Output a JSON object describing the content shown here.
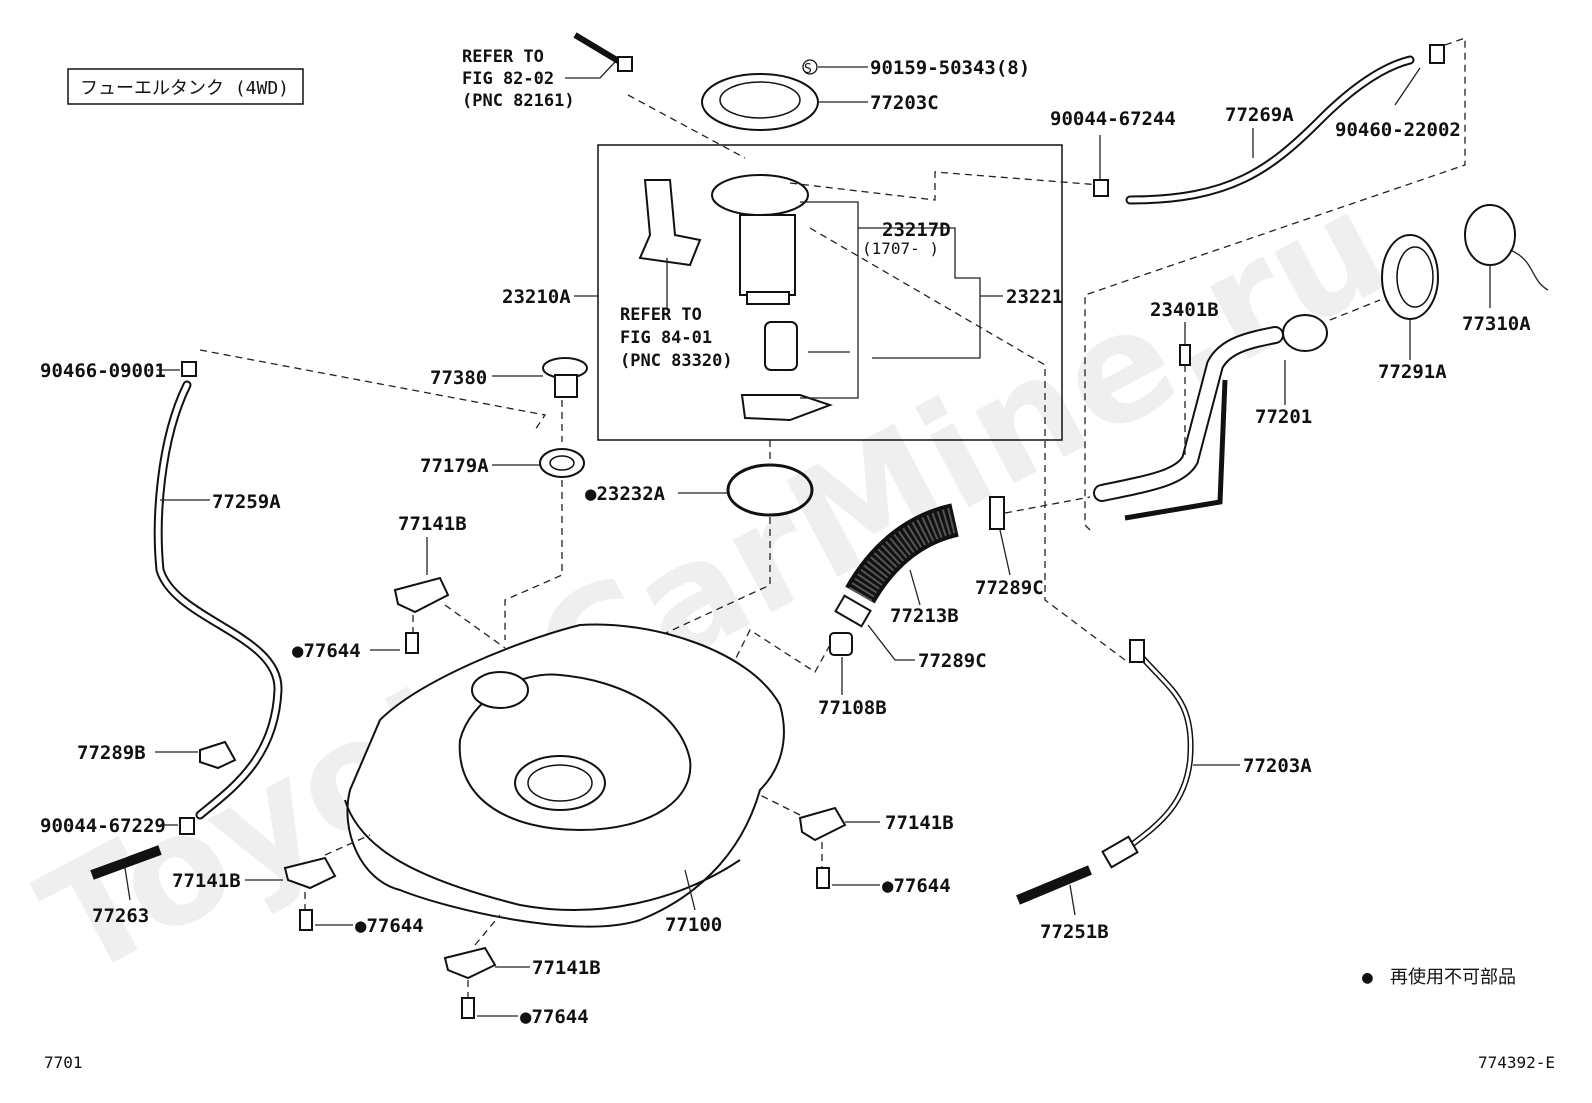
{
  "header": {
    "title": "フューエルタンク (4WD)"
  },
  "footer": {
    "left_code": "7701",
    "right_code": "774392-E"
  },
  "watermark": "ToyotaCarMine.ru",
  "legend": {
    "marker": "●",
    "text": "再使用不可部品"
  },
  "refs": [
    {
      "lines": [
        "REFER TO",
        "FIG 82-02",
        "(PNC 82161)"
      ]
    },
    {
      "lines": [
        "REFER TO",
        "FIG 84-01",
        "(PNC 83320)"
      ]
    }
  ],
  "subnote": {
    "s_marker": "S",
    "date_range": "(1707-      )"
  },
  "labels": {
    "p90159": "90159-50343(8)",
    "p77203C": "77203C",
    "p90044a": "90044-67244",
    "p77269A": "77269A",
    "p90460": "90460-22002",
    "p23217D": "23217D",
    "p23210A": "23210A",
    "p23221": "23221",
    "p23401B": "23401B",
    "p77310A": "77310A",
    "p77291A": "77291A",
    "p77201": "77201",
    "p90466": "90466-09001",
    "p77380": "77380",
    "p77179A": "77179A",
    "p23232A": "●23232A",
    "p77259A": "77259A",
    "p77141B_1": "77141B",
    "p77644_1": "●77644",
    "p77213B": "77213B",
    "p77289C_1": "77289C",
    "p77289C_2": "77289C",
    "p77108B": "77108B",
    "p77203A": "77203A",
    "p77289B": "77289B",
    "p90044b": "90044-67229",
    "p77263": "77263",
    "p77141B_2": "77141B",
    "p77644_2": "●77644",
    "p77141B_3": "77141B",
    "p77644_3": "●77644",
    "p77100": "77100",
    "p77141B_4": "77141B",
    "p77644_4": "●77644",
    "p77251B": "77251B"
  }
}
